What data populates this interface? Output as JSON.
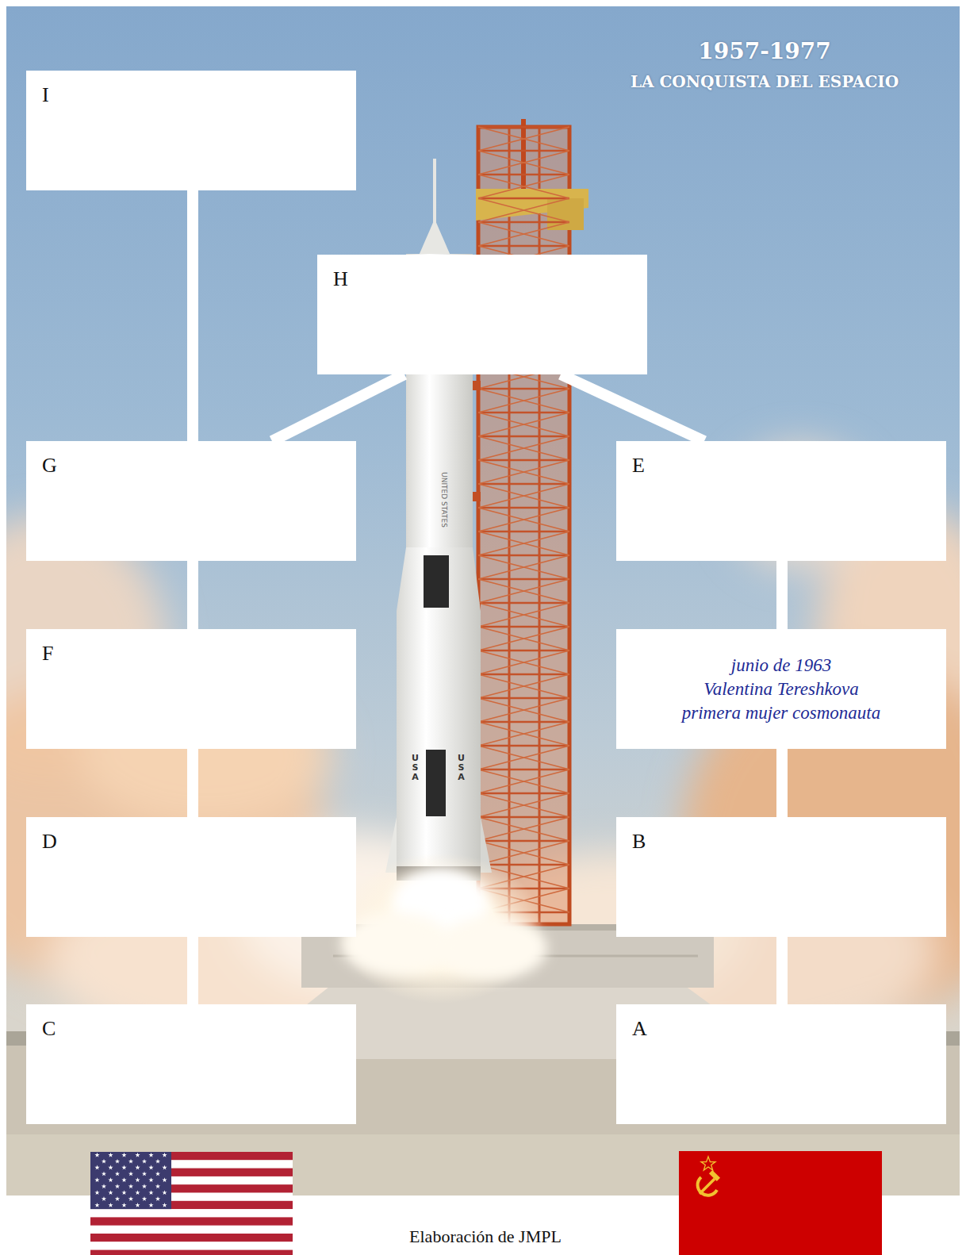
{
  "diagram": {
    "title": "1957-1977",
    "caption": "Elaboración de JMPL",
    "nodes": [
      {
        "text": [
          "I"
        ]
      },
      {
        "text": [
          "H"
        ]
      },
      {
        "text": [
          "G"
        ]
      },
      {
        "text": [
          "E"
        ]
      },
      {
        "text": [
          "F"
        ]
      },
      {
        "text": [
          "junio de 1963",
          "Valentina Tereshkova",
          "primera mujer cosmonauta"
        ]
      },
      {
        "text": [
          "D"
        ]
      },
      {
        "text": [
          "B"
        ]
      },
      {
        "text": [
          "C"
        ]
      },
      {
        "text": [
          "A"
        ]
      }
    ],
    "edges": [
      {
        "from": 0,
        "to": 2,
        "arrow": "none"
      },
      {
        "from": 1,
        "to": 2,
        "arrow": "none"
      },
      {
        "from": 1,
        "to": 3,
        "arrow": "none"
      },
      {
        "from": 2,
        "to": 4,
        "arrow": "none"
      },
      {
        "from": 3,
        "to": 5,
        "arrow": "none"
      },
      {
        "from": 4,
        "to": 6,
        "arrow": "none"
      },
      {
        "from": 5,
        "to": 7,
        "arrow": "none"
      },
      {
        "from": 6,
        "to": 8,
        "arrow": "none"
      },
      {
        "from": 7,
        "to": 9,
        "arrow": "none"
      }
    ],
    "labels": [
      "LA CONQUISTA DEL ESPACIO",
      "UNITED STATES",
      "USA",
      "USA"
    ]
  }
}
